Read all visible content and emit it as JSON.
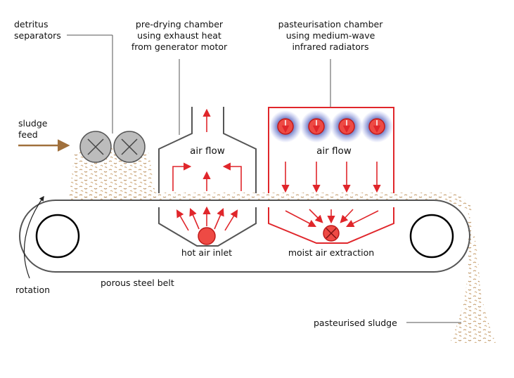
{
  "labels": {
    "detritus": [
      "detritus",
      "separators"
    ],
    "sludge_feed": [
      "sludge",
      "feed"
    ],
    "predrying": [
      "pre-drying chamber",
      "using exhaust heat",
      "from generator motor"
    ],
    "pasteurisation": [
      "pasteurisation chamber",
      "using medium-wave",
      "infrared radiators"
    ],
    "air_flow_left": "air flow",
    "air_flow_right": "air flow",
    "hot_air_inlet": "hot air inlet",
    "moist_air_extraction": "moist air extraction",
    "rotation": "rotation",
    "porous_belt": "porous steel belt",
    "pasteurised_sludge": "pasteurised sludge"
  },
  "colors": {
    "structure": "#555555",
    "airflow": "#e0262b",
    "inlet_fill": "#ee4a44",
    "radiator_glow": "#2a3a9a",
    "feed_arrow": "#a0703c",
    "sludge": "#c8a172",
    "separator_fill": "#bcbcbc"
  },
  "icons": {
    "separator": "crossed-circle-icon",
    "radiator": "infrared-radiator-icon",
    "fan": "crossed-circle-icon"
  }
}
